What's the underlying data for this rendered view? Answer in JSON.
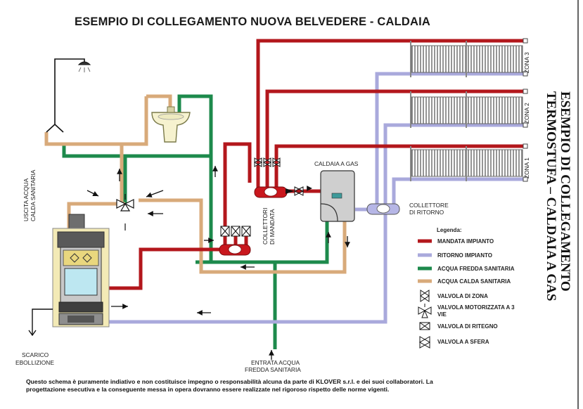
{
  "title": "ESEMPIO DI COLLEGAMENTO NUOVA BELVEDERE - CALDAIA",
  "side_title": {
    "line1": "ESEMPIO DI COLLEGAMENTO",
    "line2": "TERMOSTUFA – CALDAIA A GAS"
  },
  "labels": {
    "caldaia": "CALDAIA A GAS",
    "collettori_mandata_1": "COLLETTORI",
    "collettori_mandata_2": "DI MANDATA",
    "collettore_ritorno_1": "COLLETTORE",
    "collettore_ritorno_2": "DI RITORNO",
    "uscita_1": "USCITA ACQUA",
    "uscita_2": "CALDA SANITARIA",
    "scarico_1": "SCARICO",
    "scarico_2": "EBOLLIZIONE",
    "entrata_1": "ENTRATA ACQUA",
    "entrata_2": "FREDDA SANITARIA"
  },
  "zones": [
    "ZONA 3",
    "ZONA 2",
    "ZONA 1"
  ],
  "legend": {
    "title": "Legenda:",
    "items": [
      {
        "label": "MANDATA IMPIANTO",
        "color": "#b3171c",
        "icon": "line-red"
      },
      {
        "label": "RITORNO IMPIANTO",
        "color": "#a9a9dc",
        "icon": "line-lavender"
      },
      {
        "label": "ACQUA FREDDA SANITARIA",
        "color": "#1d8a4c",
        "icon": "line-green"
      },
      {
        "label": "ACQUA CALDA SANITARIA",
        "color": "#d8aa7a",
        "icon": "line-tan"
      },
      {
        "label": "VALVOLA DI ZONA",
        "icon": "zone-valve-icon"
      },
      {
        "label": "VALVOLA MOTORIZZATA A 3",
        "label2": "VIE",
        "icon": "three-way-valve-icon"
      },
      {
        "label": "VALVOLA DI RITEGNO",
        "icon": "check-valve-icon"
      },
      {
        "label": "VALVOLA A SFERA",
        "icon": "ball-valve-icon"
      }
    ]
  },
  "footer": {
    "line1": "Questo schema è puramente indiativo e non costituisce impegno o responsabilità alcuna da parte di KLOVER s.r.l. e dei suoi collaboratori. La",
    "line2": "progettazione esecutiva e la conseguente messa in opera dovranno essere realizzate nel rigoroso rispetto delle norme vigenti."
  },
  "colors": {
    "mandata": "#b3171c",
    "ritorno": "#a9a9dc",
    "fredda": "#1d8a4c",
    "calda": "#d8aa7a",
    "stove_cream": "#f3eab6"
  }
}
